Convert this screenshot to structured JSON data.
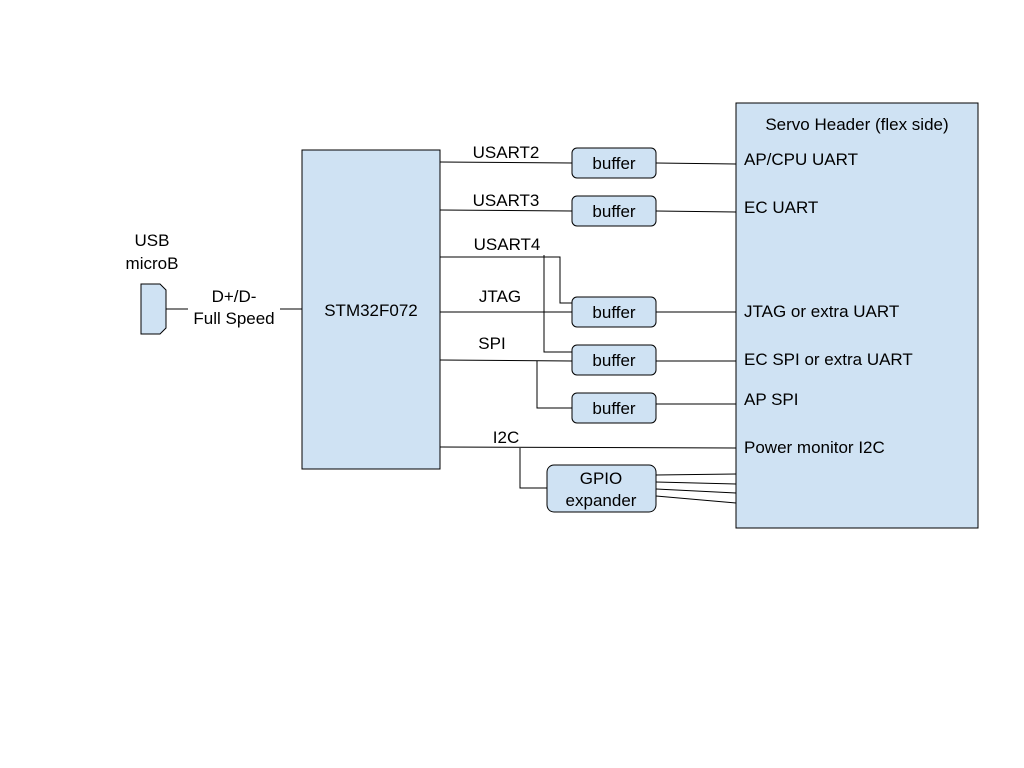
{
  "usb": {
    "label_line1": "USB",
    "label_line2": "microB"
  },
  "usb_link": {
    "label_line1": "D+/D-",
    "label_line2": "Full Speed"
  },
  "mcu": {
    "label": "STM32F072"
  },
  "header": {
    "title": "Servo Header (flex side)",
    "pins": {
      "ap_cpu_uart": "AP/CPU UART",
      "ec_uart": "EC UART",
      "jtag_extra": "JTAG or extra UART",
      "ec_spi_extra": "EC SPI or extra UART",
      "ap_spi": "AP SPI",
      "power_i2c": "Power monitor I2C"
    }
  },
  "signals": {
    "usart2": "USART2",
    "usart3": "USART3",
    "usart4": "USART4",
    "jtag": "JTAG",
    "spi": "SPI",
    "i2c": "I2C"
  },
  "buffers": [
    "buffer",
    "buffer",
    "buffer",
    "buffer",
    "buffer"
  ],
  "gpio": {
    "label_line1": "GPIO",
    "label_line2": "expander"
  }
}
